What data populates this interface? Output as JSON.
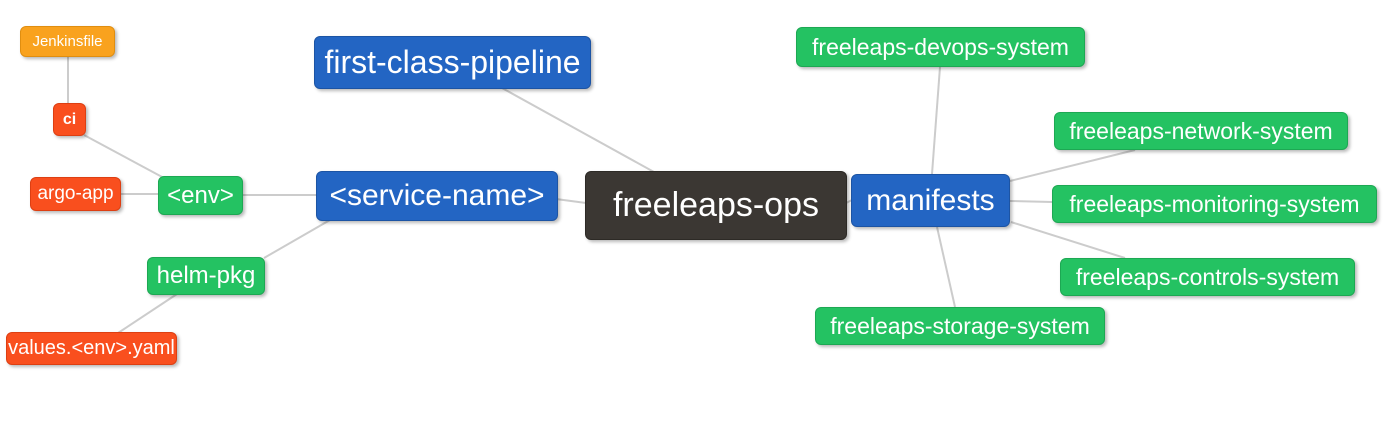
{
  "palette": {
    "blue": "#2365c3",
    "green": "#24c262",
    "orange": "#f9a21e",
    "red": "#f94f1e",
    "dark": "#3b3733",
    "edge_line": "#cccccc",
    "text": "#ffffff",
    "background": "#ffffff"
  },
  "nodes": {
    "root": {
      "label": "freeleaps-ops",
      "color": "dark"
    },
    "first_class_pipeline": {
      "label": "first-class-pipeline",
      "color": "blue"
    },
    "service_name": {
      "label": "<service-name>",
      "color": "blue"
    },
    "manifests": {
      "label": "manifests",
      "color": "blue"
    },
    "env": {
      "label": "<env>",
      "color": "green"
    },
    "helm_pkg": {
      "label": "helm-pkg",
      "color": "green"
    },
    "jenkinsfile": {
      "label": "Jenkinsfile",
      "color": "orange"
    },
    "ci": {
      "label": "ci",
      "color": "red"
    },
    "argo_app": {
      "label": "argo-app",
      "color": "red"
    },
    "values_env_yaml": {
      "label": "values.<env>.yaml",
      "color": "red"
    },
    "devops_system": {
      "label": "freeleaps-devops-system",
      "color": "green"
    },
    "network_system": {
      "label": "freeleaps-network-system",
      "color": "green"
    },
    "monitoring_system": {
      "label": "freeleaps-monitoring-system",
      "color": "green"
    },
    "controls_system": {
      "label": "freeleaps-controls-system",
      "color": "green"
    },
    "storage_system": {
      "label": "freeleaps-storage-system",
      "color": "green"
    }
  },
  "edges": [
    [
      "jenkinsfile",
      "ci"
    ],
    [
      "ci",
      "env"
    ],
    [
      "argo_app",
      "env"
    ],
    [
      "env",
      "service_name"
    ],
    [
      "service_name",
      "helm_pkg"
    ],
    [
      "helm_pkg",
      "values_env_yaml"
    ],
    [
      "first_class_pipeline",
      "root"
    ],
    [
      "service_name",
      "root"
    ],
    [
      "root",
      "manifests"
    ],
    [
      "manifests",
      "devops_system"
    ],
    [
      "manifests",
      "network_system"
    ],
    [
      "manifests",
      "monitoring_system"
    ],
    [
      "manifests",
      "controls_system"
    ],
    [
      "manifests",
      "storage_system"
    ]
  ]
}
